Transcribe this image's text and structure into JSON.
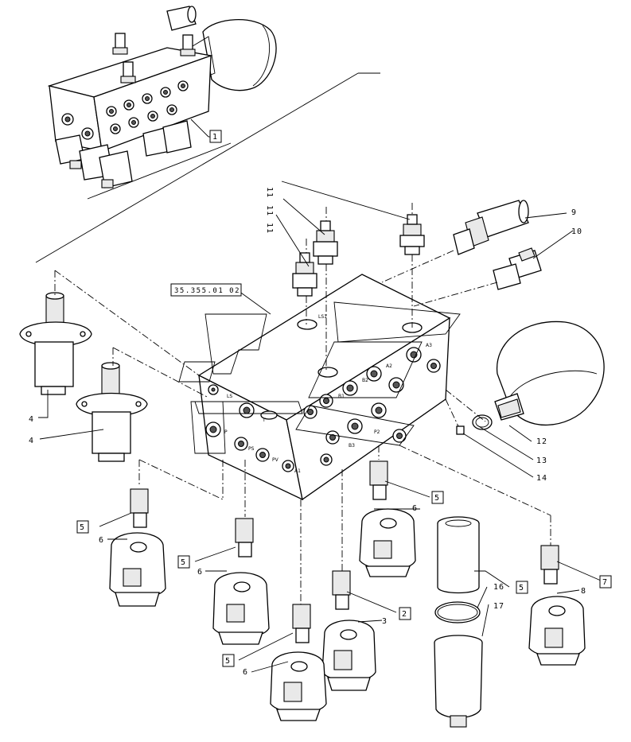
{
  "diagram": {
    "reference_label": "35.355.01 02",
    "callouts": {
      "c1": "1",
      "c2": "2",
      "c3": "3",
      "c4a": "4",
      "c4b": "4",
      "c5a": "5",
      "c5b": "5",
      "c5c": "5",
      "c5d": "5",
      "c5e": "5",
      "c6a": "6",
      "c6b": "6",
      "c6c": "6",
      "c6d": "6",
      "c7": "7",
      "c8": "8",
      "c9": "9",
      "c10": "10",
      "c11a": "11",
      "c11b": "11",
      "c11c": "11",
      "c12": "12",
      "c13": "13",
      "c14": "14",
      "c16": "16",
      "c17": "17"
    },
    "port_marks": [
      "P",
      "T",
      "A1",
      "B1",
      "A2",
      "B2",
      "A3",
      "B3",
      "P2",
      "LS",
      "PS",
      "PV",
      "LS1"
    ]
  }
}
